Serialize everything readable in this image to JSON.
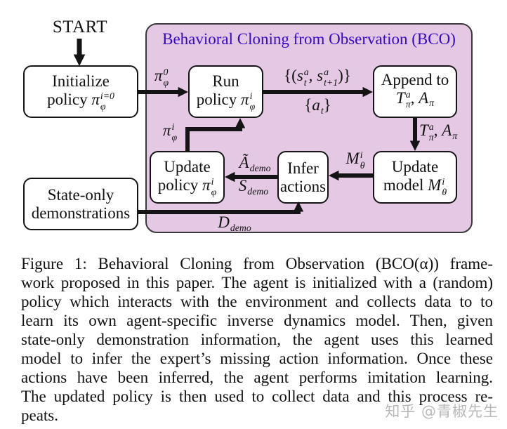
{
  "colors": {
    "region_fill": "#e4c8e4",
    "region_border": "#3a3a3a",
    "title_color": "#3808c8",
    "arrow_color": "#141414",
    "watermark_color": "#b9b9b9"
  },
  "diagram": {
    "start_label": "START",
    "region_title": "Behavioral Cloning from Observation (BCO)",
    "boxes": {
      "initialize": {
        "line1": "Initialize",
        "line2": [
          {
            "t": "policy "
          },
          {
            "b": "π",
            "d": "φ",
            "u": "i=0"
          }
        ]
      },
      "run": {
        "line1": "Run",
        "line2": [
          {
            "t": "policy "
          },
          {
            "b": "π",
            "d": "φ",
            "u": "i"
          }
        ]
      },
      "append": {
        "line1": "Append to",
        "line2": [
          {
            "b": "T",
            "d": "π",
            "u": "a"
          },
          {
            "t": ", "
          },
          {
            "b": "A",
            "d": "π"
          }
        ]
      },
      "update_model": {
        "line1": "Update",
        "line2": [
          {
            "t": "model "
          },
          {
            "b": "M",
            "d": "θ",
            "u": "i"
          }
        ]
      },
      "infer": {
        "line1": "Infer",
        "line2": [
          {
            "t": "actions"
          }
        ]
      },
      "update_policy": {
        "line1": "Update",
        "line2": [
          {
            "t": "policy "
          },
          {
            "b": "π",
            "d": "φ",
            "u": "i"
          }
        ]
      },
      "demos": {
        "line1": "State-only",
        "line2": [
          {
            "t": "demonstrations"
          }
        ]
      }
    },
    "edge_labels": {
      "pi0": [
        {
          "b": "π",
          "d": "φ",
          "u": "0"
        }
      ],
      "pairs": [
        {
          "t": "{("
        },
        {
          "b": "s",
          "d": "t",
          "u": "a"
        },
        {
          "t": ", "
        },
        {
          "b": "s",
          "d": "t+1",
          "u": "a"
        },
        {
          "t": ")}"
        }
      ],
      "at": [
        {
          "t": "{"
        },
        {
          "b": "a",
          "d": "t"
        },
        {
          "t": "}"
        }
      ],
      "ta": [
        {
          "b": "T",
          "d": "π",
          "u": "a"
        },
        {
          "t": ", "
        },
        {
          "b": "A",
          "d": "π"
        }
      ],
      "model": [
        {
          "b": "M",
          "d": "θ",
          "u": "i"
        }
      ],
      "ademo": [
        {
          "b": "Ã",
          "d": "demo"
        }
      ],
      "sdemo": [
        {
          "b": "S",
          "d": "demo"
        }
      ],
      "pii": [
        {
          "b": "π",
          "d": "φ",
          "u": "i"
        }
      ],
      "ddemo": [
        {
          "b": "D",
          "d": "demo"
        }
      ]
    }
  },
  "caption": {
    "lines": [
      "Figure 1: Behavioral Cloning from Observation (BCO(α)) frame-",
      "work proposed in this paper. The agent is initialized with a (random)",
      "policy which interacts with the environment and collects data to to",
      "learn its own agent-specific inverse dynamics model. Then, given",
      "state-only demonstration information, the agent uses this learned",
      "model to infer the expert’s missing action information. Once these",
      "actions have been inferred, the agent performs imitation learning.",
      "The updated policy is then used to collect data and this process re-",
      "peats."
    ]
  },
  "watermark": "知乎 @青椒先生"
}
